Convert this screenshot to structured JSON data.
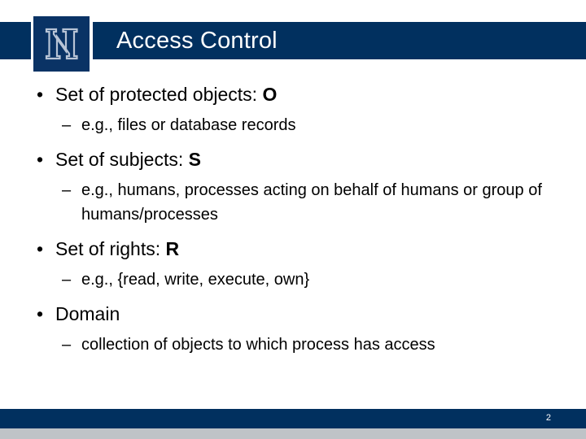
{
  "slide": {
    "title": "Access Control",
    "logo_icon": "university-n-logo-icon",
    "page_number": "2",
    "colors": {
      "navy": "#01305f",
      "logo_navy": "#0a3365",
      "footer_gray": "#bfc3c7",
      "title_text": "#ffffff",
      "body_text": "#000000"
    },
    "bullets": [
      {
        "text": "Set of protected objects: ",
        "emphasis": "O",
        "marker": "•",
        "subs": [
          {
            "marker": "–",
            "text": "e.g., files or database records"
          }
        ]
      },
      {
        "text": "Set of subjects: ",
        "emphasis": "S",
        "marker": "•",
        "subs": [
          {
            "marker": "–",
            "text": "e.g., humans, processes acting on behalf of humans or group of humans/processes"
          }
        ]
      },
      {
        "text": "Set of rights: ",
        "emphasis": "R",
        "marker": "•",
        "subs": [
          {
            "marker": "–",
            "text": "e.g., {read, write, execute, own}"
          }
        ]
      },
      {
        "text": "Domain",
        "emphasis": "",
        "marker": "•",
        "subs": [
          {
            "marker": "–",
            "text": "collection of objects to which process has access"
          }
        ]
      }
    ]
  }
}
